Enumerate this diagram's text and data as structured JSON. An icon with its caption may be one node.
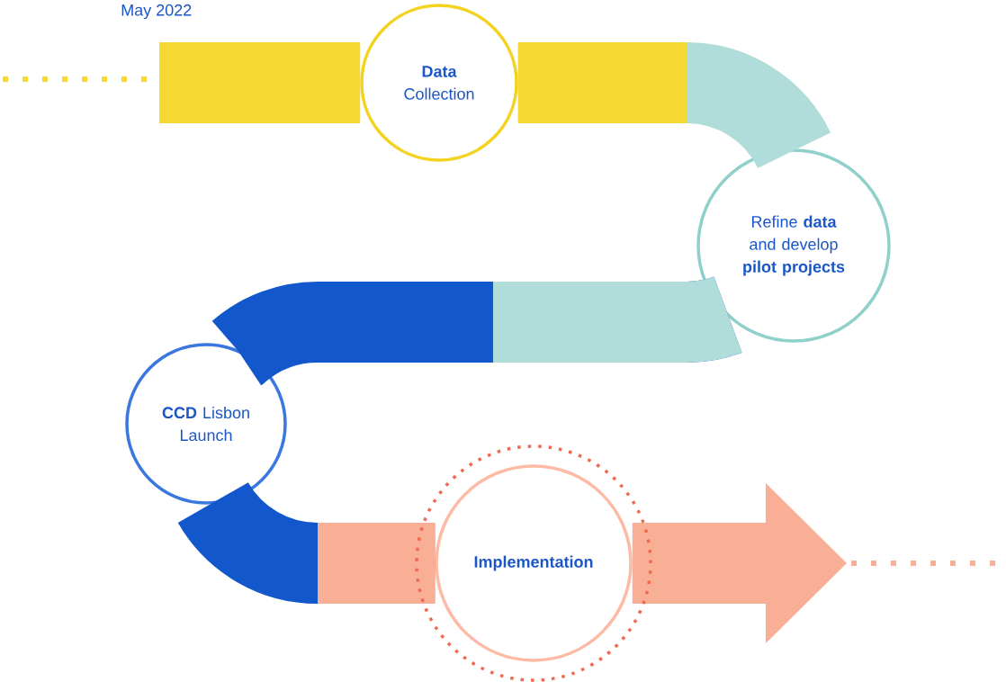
{
  "diagram": {
    "nodes": [
      {
        "text": [
          "**Data** Collection"
        ]
      },
      {
        "text": [
          "Refine **data** and develop **pilot projects**"
        ]
      },
      {
        "text": [
          "**CCD** Lisbon Launch"
        ]
      },
      {
        "text": [
          "Implementation"
        ]
      }
    ],
    "edges": [
      {
        "from": null,
        "to": 0,
        "arrow": "none",
        "color": "#f5d932"
      },
      {
        "from": 0,
        "to": 1,
        "arrow": "none",
        "color": "#b0dcda"
      },
      {
        "from": 1,
        "to": 2,
        "arrow": "none",
        "color": "#1257cc"
      },
      {
        "from": 2,
        "to": 3,
        "arrow": "none",
        "color": "#1257cc"
      },
      {
        "from": 3,
        "to": null,
        "arrow": "to",
        "color": "#f9ae96"
      }
    ],
    "labels": [
      "May 2022"
    ]
  }
}
